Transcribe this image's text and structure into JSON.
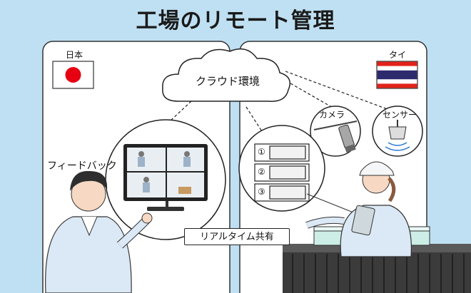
{
  "title": "工場のリモート管理",
  "left_panel": {
    "country": "日本"
  },
  "right_panel": {
    "country": "タイ"
  },
  "cloud": {
    "label": "クラウド環境"
  },
  "devices": [
    {
      "label": "カメラ"
    },
    {
      "label": "センサー"
    }
  ],
  "feedback_label": "フィードバック",
  "realtime_label": "リアルタイム共有",
  "steps": [
    "①",
    "②",
    "③"
  ],
  "colors": {
    "background": "#bfe0f2",
    "panel": "#ffffff",
    "japan_red": "#e60012",
    "thai_red": "#e2231a",
    "thai_blue": "#2d2a6e",
    "uniform": "#dbe8f5",
    "conveyor": "#3b3b3b"
  }
}
